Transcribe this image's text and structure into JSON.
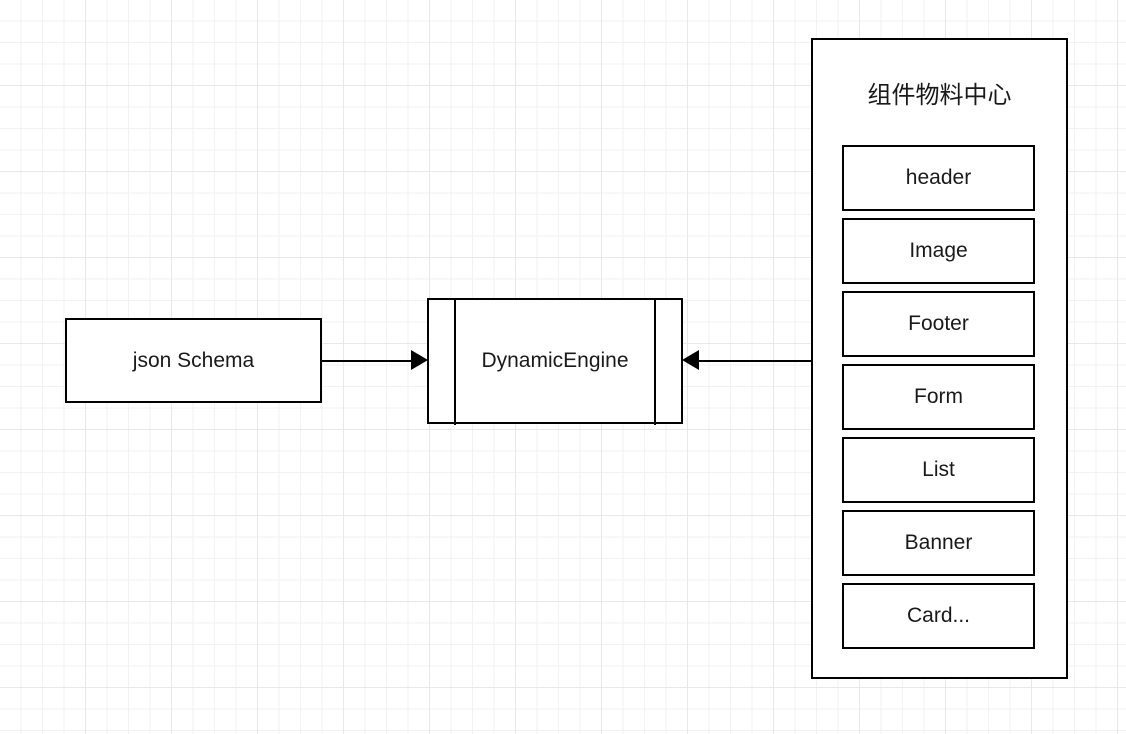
{
  "diagram": {
    "nodes": {
      "json_schema": {
        "label": "json Schema",
        "shape": "rectangle"
      },
      "dynamic_engine": {
        "label": "DynamicEngine",
        "shape": "subroutine"
      },
      "material_center": {
        "title": "组件物料中心",
        "shape": "container",
        "components": [
          {
            "label": "header"
          },
          {
            "label": "Image"
          },
          {
            "label": "Footer"
          },
          {
            "label": "Form"
          },
          {
            "label": "List"
          },
          {
            "label": "Banner"
          },
          {
            "label": "Card..."
          }
        ]
      }
    },
    "connectors": [
      {
        "from": "json_schema",
        "to": "dynamic_engine",
        "direction": "right",
        "arrowhead": "filled-triangle"
      },
      {
        "from": "material_center",
        "to": "dynamic_engine",
        "direction": "left",
        "arrowhead": "filled-triangle"
      }
    ],
    "style": {
      "stroke": "#000000",
      "fill": "#ffffff",
      "text": "#1a1a1a",
      "grid_minor": "#f2f2f2",
      "grid_major": "#e8e8e8",
      "background": "#ffffff"
    }
  }
}
